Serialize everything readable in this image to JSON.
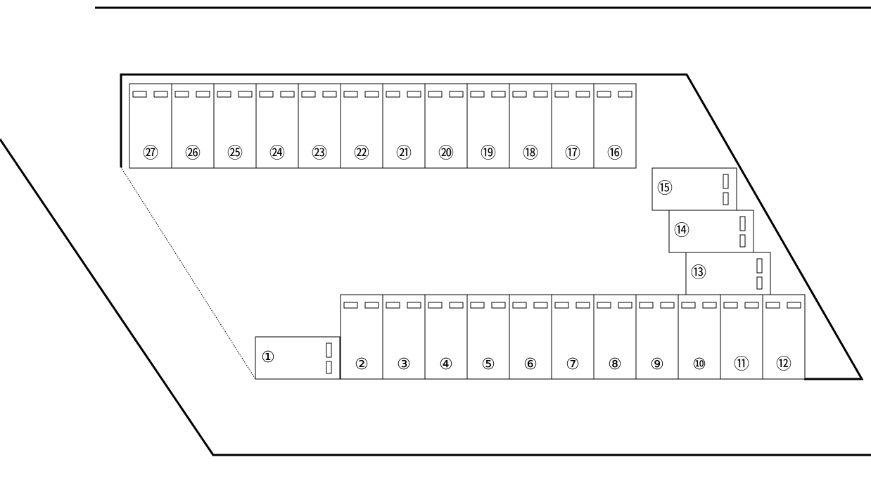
{
  "map": {
    "slots_bottom": [
      {
        "id": 1,
        "label": "①",
        "orientation": "horizontal"
      },
      {
        "id": 2,
        "label": "②",
        "orientation": "vertical"
      },
      {
        "id": 3,
        "label": "③",
        "orientation": "vertical"
      },
      {
        "id": 4,
        "label": "④",
        "orientation": "vertical"
      },
      {
        "id": 5,
        "label": "⑤",
        "orientation": "vertical"
      },
      {
        "id": 6,
        "label": "⑥",
        "orientation": "vertical"
      },
      {
        "id": 7,
        "label": "⑦",
        "orientation": "vertical"
      },
      {
        "id": 8,
        "label": "⑧",
        "orientation": "vertical"
      },
      {
        "id": 9,
        "label": "⑨",
        "orientation": "vertical"
      },
      {
        "id": 10,
        "label": "⑩",
        "orientation": "vertical"
      },
      {
        "id": 11,
        "label": "⑪",
        "orientation": "vertical"
      },
      {
        "id": 12,
        "label": "⑫",
        "orientation": "vertical"
      }
    ],
    "slots_right": [
      {
        "id": 13,
        "label": "⑬",
        "orientation": "horizontal"
      },
      {
        "id": 14,
        "label": "⑭",
        "orientation": "horizontal"
      },
      {
        "id": 15,
        "label": "⑮",
        "orientation": "horizontal"
      }
    ],
    "slots_top": [
      {
        "id": 16,
        "label": "⑯",
        "orientation": "vertical"
      },
      {
        "id": 17,
        "label": "⑰",
        "orientation": "vertical"
      },
      {
        "id": 18,
        "label": "⑱",
        "orientation": "vertical"
      },
      {
        "id": 19,
        "label": "⑲",
        "orientation": "vertical"
      },
      {
        "id": 20,
        "label": "⑳",
        "orientation": "vertical"
      },
      {
        "id": 21,
        "label": "㉑",
        "orientation": "vertical"
      },
      {
        "id": 22,
        "label": "㉒",
        "orientation": "vertical"
      },
      {
        "id": 23,
        "label": "㉓",
        "orientation": "vertical"
      },
      {
        "id": 24,
        "label": "㉔",
        "orientation": "vertical"
      },
      {
        "id": 25,
        "label": "㉕",
        "orientation": "vertical"
      },
      {
        "id": 26,
        "label": "㉖",
        "orientation": "vertical"
      },
      {
        "id": 27,
        "label": "㉗",
        "orientation": "vertical"
      }
    ]
  }
}
